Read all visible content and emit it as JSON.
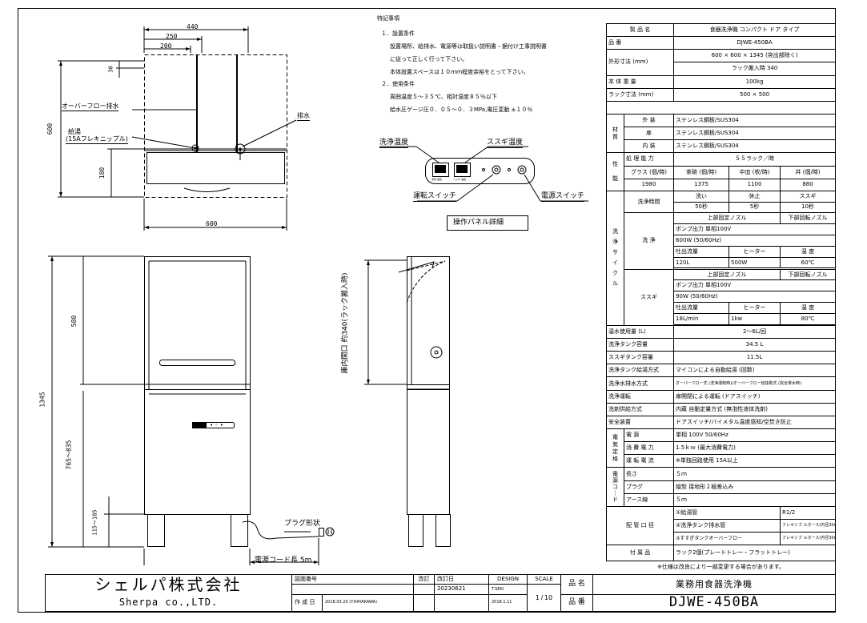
{
  "notes": {
    "heading": "特記事項",
    "s1": "１．設置条件",
    "s1_l1": "設置場所、給排水、電源等は取扱い説明書・据付け工事説明書",
    "s1_l2": "に従って正しく行って下さい。",
    "s1_l3": "本体設置スペースは１０ｍｍ程度余裕をとって下さい。",
    "s2": "２．使用条件",
    "s2_l1": "周囲温度５～３５℃、相対湿度８５％以下",
    "s2_l2": "給水圧ゲージ圧０．０５～０．３MPa,電圧変動 ±１０％"
  },
  "top_view": {
    "dim_440": "440",
    "dim_250": "250",
    "dim_200": "200",
    "dim_30": "30",
    "dim_600_side": "600",
    "dim_180": "180",
    "dim_600_bottom": "600",
    "overflow": "オーバーフロー排水",
    "drain": "排水",
    "supply": "給湯",
    "supply_sub": "(15Aフレキニップル)"
  },
  "front_view": {
    "dim_1345": "1345",
    "dim_580": "580",
    "dim_765": "765～835",
    "dim_115": "115～185",
    "plug_shape": "プラグ形状",
    "cord_length": "電源コード長 5m"
  },
  "side_view": {
    "inner_opening": "庫内開口 約340(ラック搬入時)"
  },
  "panel": {
    "wash_temp": "洗浄温度",
    "rinse_temp": "ススギ温度",
    "run_switch": "運転スイッチ",
    "power_switch": "電源スイッチ",
    "title": "操作パネル詳細",
    "led_left_caption": "洗浄 運転",
    "led_right_caption": "ススギ 温度"
  },
  "spec": {
    "product_label": "製 品 名",
    "product_value": "食器洗浄機 コンパクト ドア タイプ",
    "number_label": "品 番",
    "number_value": "DJWE-450BA",
    "dims_label": "外形寸法 (mm)",
    "dims_value": "600 × 600 × 1345 (突出部除く)",
    "dims_value2": "ラック搬入時 340",
    "weight_label": "本 体 重 量",
    "weight_value": "100kg",
    "rack_label": "ラック寸法 (mm)",
    "rack_value": "500 × 500",
    "mat_char1": "材",
    "mat_char2": "質",
    "mat_outer": "外 装",
    "mat_outer_v": "ステンレス鋼板/SUS304",
    "mat_door": "扉",
    "mat_door_v": "ステンレス鋼板/SUS304",
    "mat_inner": "内 装",
    "mat_inner_v": "ステンレス鋼板/SUS304",
    "perf_char1": "性",
    "perf_char2": "能",
    "capacity_label": "処 理 能 力",
    "capacity_value": "５５ラック／時",
    "glass_label": "グラス (個/時)",
    "glass_value": "1980",
    "bowl_label": "茶碗 (個/時)",
    "bowl_value": "1375",
    "plate_label": "中皿 (枚/時)",
    "plate_value": "1100",
    "don_label": "丼 (個/時)",
    "don_value": "880",
    "cycle_chars": [
      "洗",
      "浄",
      "サ",
      "イ",
      "ク",
      "ル"
    ],
    "wash_time_label": "洗浄時間",
    "wt_wash": "洗い",
    "wt_pause": "休止",
    "wt_rinse": "ススギ",
    "wt_wash_v": "50秒",
    "wt_pause_v": "5秒",
    "wt_rinse_v": "10秒",
    "wash_label": "洗 浄",
    "w_upper": "上部固定ノズル",
    "w_lower": "下部回転ノズル",
    "w_pump": "ポンプ出力 単相100V",
    "w_pump_v": "600W (50/60Hz)",
    "w_flow": "吐出流量",
    "w_heater": "ヒーター",
    "w_temp": "温 度",
    "w_flow_v": "120L",
    "w_heater_v": "500W",
    "w_temp_v": "60℃",
    "rinse_label": "ススギ",
    "r_upper": "上部固定ノズル",
    "r_lower": "下部回転ノズル",
    "r_pump": "ポンプ出力 単相100V",
    "r_pump_v": "90W (50/60Hz)",
    "r_flow": "吐出流量",
    "r_heater": "ヒーター",
    "r_temp": "温 度",
    "r_flow_v": "18L/min",
    "r_heater_v": "1kw",
    "r_temp_v": "80℃",
    "hotwater_label": "温水使用量 (L)",
    "hotwater_value": "2～6L/回",
    "washtank_label": "洗浄タンク容量",
    "washtank_value": "34.5 L",
    "rinsetank_label": "ススギタンク容量",
    "rinsetank_value": "11.5L",
    "supply_method_label": "洗浄タンク給湯方式",
    "supply_method_value": "マイコンによる自動給湯 (回数)",
    "drain_method_label": "洗浄水排水方式",
    "drain_method_value": "オーバーフロー式 (洗浄運転時)/オーバーフロー栓抜取式 (完全排水時)",
    "operation_label": "洗浄運転",
    "operation_value": "扉開閉による運転 (ドアスイッチ)",
    "detergent_label": "洗剤供給方式",
    "detergent_value": "内蔵 自動定量方式 (無泡性液体洗剤)",
    "safety_label": "安全装置",
    "safety_value": "ドアスイッチ/バイメタル温度感知/空焚き防止",
    "elec_chars": [
      "電",
      "気",
      "定",
      "格"
    ],
    "power_label": "電 源",
    "power_value": "単相 100V 50/60Hz",
    "consumption_label": "消 費 電 力",
    "consumption_value": "1.5ｋｗ (最大消費電力)",
    "current_label": "運 転 電 流",
    "current_value": "※単独回路使用 15A以上",
    "cord_chars": [
      "電",
      "源",
      "コ",
      "｜",
      "ド"
    ],
    "length_label": "長さ",
    "length_value": "５ｍ",
    "plug_label": "プラグ",
    "plug_value": "縦型 接地形２極差込み",
    "earth_label": "アース線",
    "earth_value": "５ｍ",
    "pipe_label": "配 管 口 径",
    "pipe1": "①給湯管",
    "pipe1_v": "R1/2",
    "pipe2": "②洗浄タンク排水管",
    "pipe2_v": "フレキシブ ルホース(内径30mm)",
    "pipe3": "③すすぎタンクオーバーフロー",
    "pipe3_v": "フレキシブ ルホース(内径30mm)",
    "acc_label": "付 属 品",
    "acc_value": "ラック2個(プレートトレー・フラットトレー)",
    "footnote": "※仕様は改良により一部変更する場合があります。"
  },
  "title_block": {
    "company_ja": "シェルパ株式会社",
    "company_en": "Sherpa co.,LTD.",
    "drawing_no_label": "図面番号",
    "rev_label": "改訂",
    "rev_date_label": "改訂日",
    "rev_date": "20230621",
    "design_label": "DESIGN",
    "design_value": "T.SEKI",
    "design_date": "2018.1.11",
    "scale_label": "SCALE",
    "scale_num": "1",
    "scale_den": "10",
    "created_label": "作 成 日",
    "created_value": "2018.03.20 (Y.HAYAKAWA)",
    "name_label": "品 名",
    "name_value": "業務用食器洗浄機",
    "number_label": "品 番",
    "number_value": "DJWE-450BA"
  }
}
